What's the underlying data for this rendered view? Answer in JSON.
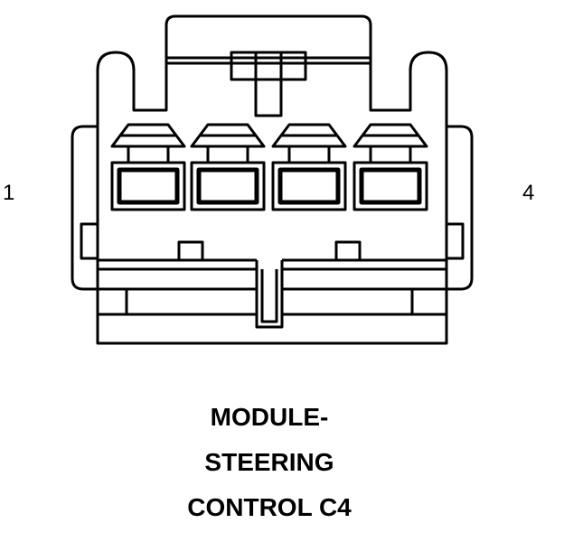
{
  "pins": {
    "left": "1",
    "right": "4"
  },
  "caption": {
    "line1": "MODULE-",
    "line2": "STEERING",
    "line3": "CONTROL C4"
  },
  "colors": {
    "stroke": "#000000",
    "background": "#ffffff"
  }
}
